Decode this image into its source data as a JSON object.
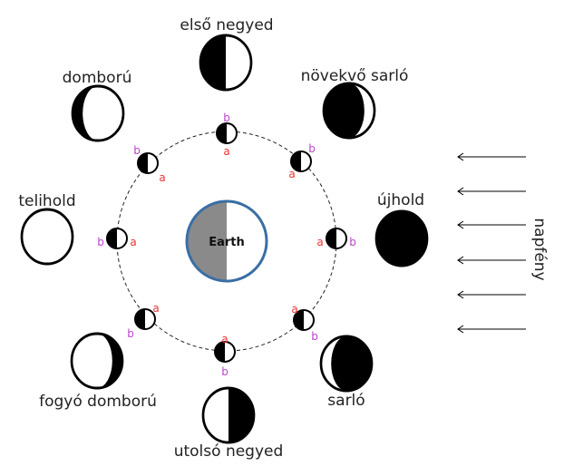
{
  "earth_label": "Earth",
  "sunlight_label": "napfény",
  "phases": [
    {
      "name": "első negyed"
    },
    {
      "name": "növekvő sarló"
    },
    {
      "name": "újhold"
    },
    {
      "name": "sarló"
    },
    {
      "name": "utolsó negyed"
    },
    {
      "name": "fogyó domború"
    },
    {
      "name": "telihold"
    },
    {
      "name": "domború"
    }
  ],
  "orbit_points": [
    {
      "a": "a",
      "b": "b"
    },
    {
      "a": "a",
      "b": "b"
    },
    {
      "a": "a",
      "b": "b"
    },
    {
      "a": "a",
      "b": "b"
    },
    {
      "a": "a",
      "b": "b"
    },
    {
      "a": "a",
      "b": "b"
    },
    {
      "a": "a",
      "b": "b"
    },
    {
      "a": "a",
      "b": "b"
    }
  ],
  "colors": {
    "a": "#ee3333",
    "b": "#bb44cc",
    "earth_ring": "#3a6ea5",
    "earth_night": "#8a8a8a"
  }
}
